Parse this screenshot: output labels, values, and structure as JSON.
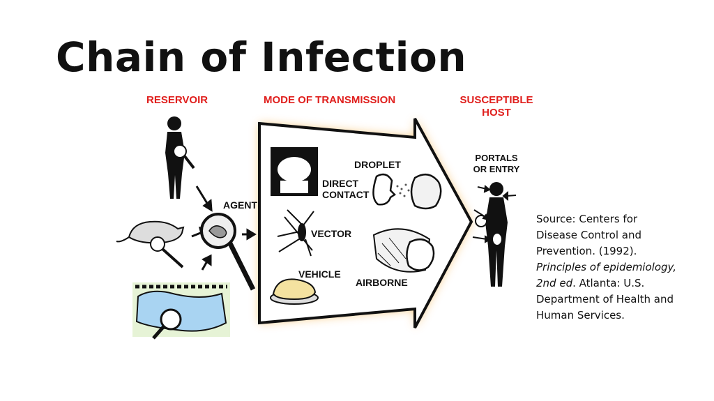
{
  "slide": {
    "title": "Chain of Infection"
  },
  "diagram": {
    "reservoir": "RESERVOIR",
    "mode_of_transmission": "MODE OF TRANSMISSION",
    "susceptible_line1": "SUSCEPTIBLE",
    "susceptible_line2": "HOST",
    "agent": "AGENT",
    "droplet": "DROPLET",
    "direct_line1": "DIRECT",
    "direct_line2": "CONTACT",
    "vector": "VECTOR",
    "vehicle": "VEHICLE",
    "airborne": "AIRBORNE",
    "portals_line1": "PORTALS",
    "portals_line2": "OR ENTRY",
    "colors": {
      "heading_red": "#e0201e",
      "glow": "#f7c272",
      "ink": "#111111"
    }
  },
  "source": {
    "line1": "Source: Centers for",
    "line2": "Disease Control and",
    "line3": "Prevention. (1992).",
    "line4_italic": "Principles of epidemiology,",
    "line5_italic": "2nd ed",
    "line5_rest": ". Atlanta: U.S.",
    "line6": "Department of Health and",
    "line7": "Human Services."
  }
}
